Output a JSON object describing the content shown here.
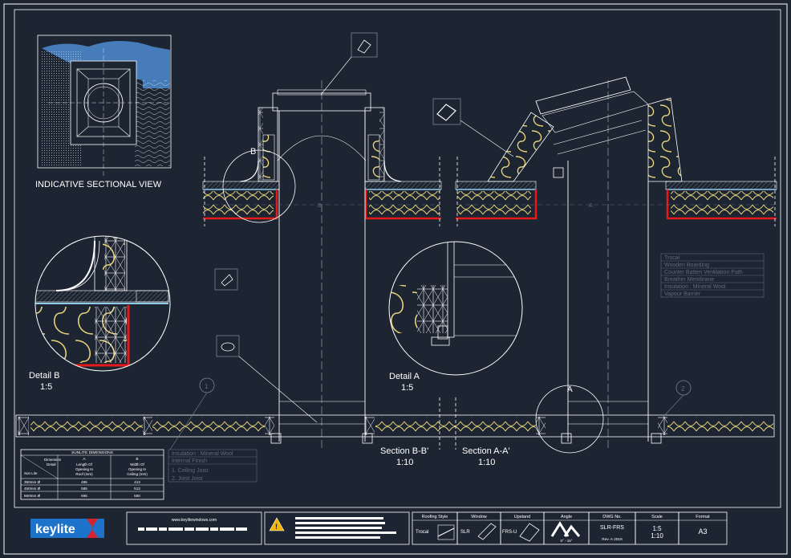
{
  "labels": {
    "indicative_view": "INDICATIVE SECTIONAL VIEW",
    "detail_b_title": "Detail B",
    "detail_b_scale": "1:5",
    "detail_a_title": "Detail A",
    "detail_a_scale": "1:5",
    "section_bb_title": "Section B-B'",
    "section_bb_scale": "1:10",
    "section_aa_title": "Section A-A'",
    "section_aa_scale": "1:10",
    "marker_b": "B",
    "marker_a": "A",
    "callout_1": "1",
    "callout_2": "2"
  },
  "dimensions_table": {
    "title": "SUNLITE DIMENSIONS",
    "header_col1_a": "Dimension",
    "header_col1_b": "Detail",
    "header_col1_c": "Sun Lite",
    "header_a": "A",
    "header_a_desc": [
      "Length Of",
      "Opening In",
      "Roof (mm)"
    ],
    "header_b": "B",
    "header_b_desc": [
      "Width Of",
      "Opening In",
      "Ceiling (mm)"
    ],
    "rows": [
      {
        "size": "350mm Ø",
        "a": "495",
        "b": "413"
      },
      {
        "size": "450mm Ø",
        "a": "565",
        "b": "513"
      },
      {
        "size": "550mm Ø",
        "a": "665",
        "b": "560"
      }
    ]
  },
  "left_notes": [
    "Insulation : Mineral Wool",
    "Internal Finish",
    "1. Ceiling Joist",
    "2. Joist Joist"
  ],
  "legend": [
    "Trocal",
    "Wooden Boarding",
    "Counter Batten Ventilation Path",
    "Breather Membrane",
    "Insulation : Mineral Wool",
    "Vapour Barrier"
  ],
  "title_block": {
    "brand": "keylite",
    "website": "www.keylitewindows.com",
    "cols": [
      {
        "header": "Roofing Style",
        "value": "Trocal"
      },
      {
        "header": "Window",
        "value": "SLR"
      },
      {
        "header": "Upstand",
        "value": "FRS-U"
      },
      {
        "header": "Angle",
        "value": "0° - 15°"
      },
      {
        "header": "DWG No.",
        "value": "SLR-FRS",
        "extra": "Rev. A  2016"
      },
      {
        "header": "Scale",
        "value": "1:5",
        "extra": "1:10"
      },
      {
        "header": "Format",
        "value": "A3"
      }
    ]
  },
  "colors": {
    "background": "#1d2532",
    "line": "#ffffff",
    "insulation": "#e8d27a",
    "vapour_barrier": "#e51b1b",
    "membrane": "#8ecbea",
    "water": "#4a86c8",
    "brand_blue": "#1d73c9",
    "brand_red": "#d7232f",
    "warning": "#f5b400"
  }
}
